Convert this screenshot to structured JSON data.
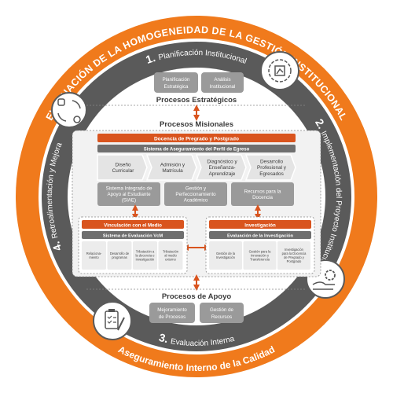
{
  "outer_ring": {
    "top_title": "EVALUACIÓN DE LA HOMOGENEIDAD DE LA GESTIÓN INSTITUCIONAL",
    "bottom_title": "Aseguramiento Interno de la Calidad"
  },
  "stages": {
    "s1": {
      "num": "1.",
      "label": "Planificación Institucional"
    },
    "s2": {
      "num": "2.",
      "label": "Implementación del Proyecto Institucional"
    },
    "s3": {
      "num": "3.",
      "label": "Evaluación Interna"
    },
    "s4": {
      "num": "4.",
      "label": "Retroalimentación y Mejora"
    }
  },
  "estrategicos": {
    "title": "Procesos Estratégicos",
    "box1": [
      "Planificación",
      "Estratégica"
    ],
    "box2": [
      "Análisis",
      "Institucional"
    ]
  },
  "misionales": {
    "title": "Procesos Misionales",
    "docencia_bar": "Docencia de Pregrado y Postgrado",
    "perfil_bar": "Sistema de Aseguramiento del Perfil de Egreso",
    "steps": [
      [
        "Diseño",
        "Curricular"
      ],
      [
        "Admisión y",
        "Matrícula"
      ],
      [
        "Diagnóstico y",
        "Enseñanza-",
        "Aprendizaje"
      ],
      [
        "Desarrollo",
        "Profesional y",
        "Egresados"
      ]
    ],
    "support_boxes": [
      [
        "Sistema Integrado de",
        "Apoyo al Estudiante",
        "(SIAE)"
      ],
      [
        "Gestión y",
        "Perfeccionamiento",
        "Académico"
      ],
      [
        "Recursos para la",
        "Docencia"
      ]
    ],
    "vinculacion": {
      "bar": "Vinculación con el Medio",
      "sub": "Sistema de Evaluación VcM",
      "items": [
        [
          "Relaciona-",
          "miento"
        ],
        [
          "Desarrollo de",
          "programas"
        ],
        [
          "Tributación a",
          "la docencia e",
          "investigación"
        ],
        [
          "Tributación",
          "al medio",
          "externo"
        ]
      ]
    },
    "investigacion": {
      "bar": "Investigación",
      "sub": "Evaluación de la Investigación",
      "items": [
        [
          "Gestión de la",
          "Investigación"
        ],
        [
          "Gestión para la",
          "Innovación y",
          "Transferencia"
        ],
        [
          "Investigación",
          "para la Docencia",
          "de Pregrado y",
          "Postgrado"
        ]
      ]
    }
  },
  "apoyo": {
    "title": "Procesos de Apoyo",
    "box1": [
      "Mejoramiento",
      "de Procesos"
    ],
    "box2": [
      "Gestión de",
      "Recursos"
    ]
  },
  "colors": {
    "orange": "#f07a1c",
    "dark_orange": "#d9541e",
    "ring_gray": "#5a5a5a",
    "box_gray": "#9a9a9a",
    "light_panel": "#f2f2f2"
  },
  "icons": [
    "cycle-people-icon",
    "settings-dashboard-icon",
    "hand-gear-icon",
    "clipboard-checklist-icon"
  ]
}
